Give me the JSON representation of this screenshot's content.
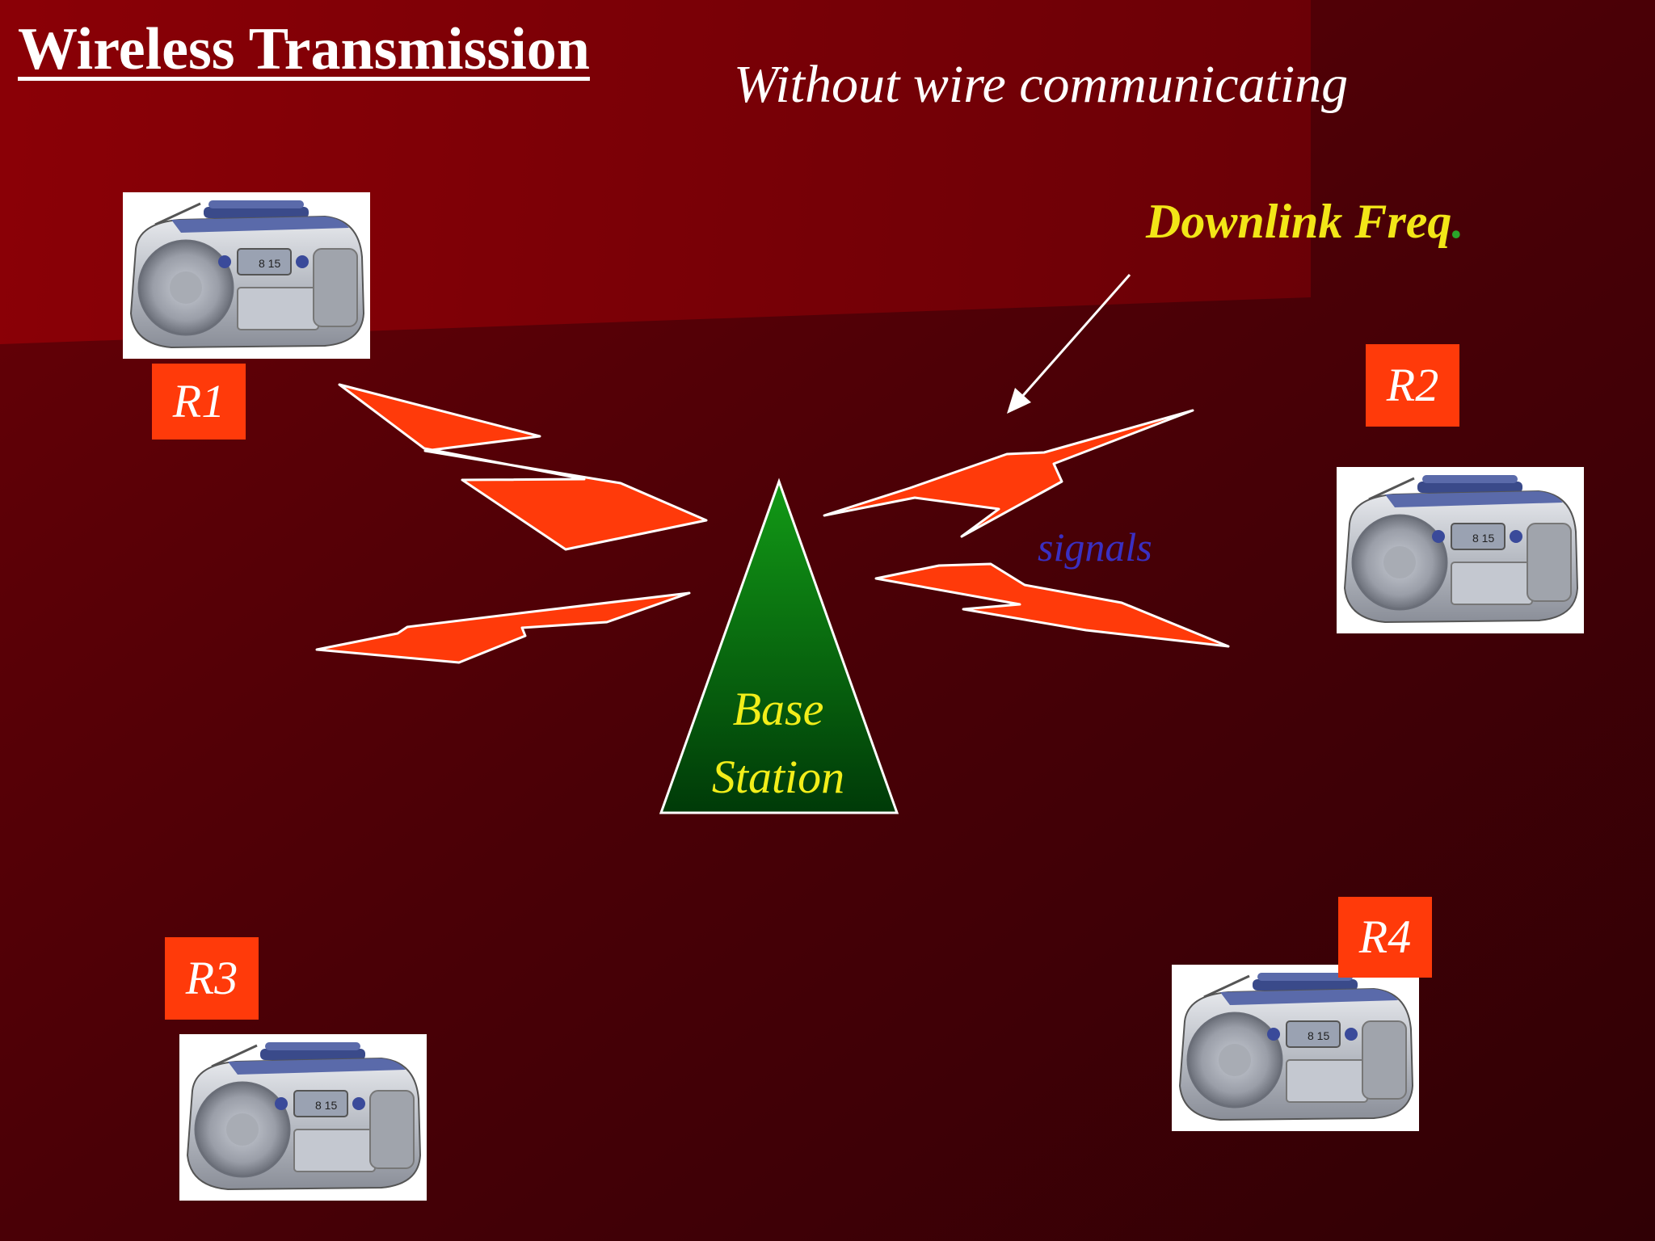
{
  "slide": {
    "title": "Wireless Transmission",
    "subtitle": "Without wire communicating",
    "downlink_label": "Downlink Freq",
    "downlink_dot": ".",
    "signals_label": "signals",
    "base_station": {
      "line1": "Base",
      "line2": "Station"
    },
    "receivers": [
      {
        "id": "R1",
        "label": "R1",
        "icon": "boombox-radio-icon"
      },
      {
        "id": "R2",
        "label": "R2",
        "icon": "boombox-radio-icon"
      },
      {
        "id": "R3",
        "label": "R3",
        "icon": "boombox-radio-icon"
      },
      {
        "id": "R4",
        "label": "R4",
        "icon": "boombox-radio-icon"
      }
    ],
    "colors": {
      "background_dark": "#350006",
      "background_light": "#8c0006",
      "lightning": "#ff3a0a",
      "label_box": "#ff3a0a",
      "base_station_top": "#0f8a12",
      "base_station_bottom": "#003a08",
      "base_text": "#f2ee1a",
      "downlink_text": "#f2e617",
      "signals_text": "#3a2fc2",
      "arrow": "#ffffff"
    }
  }
}
